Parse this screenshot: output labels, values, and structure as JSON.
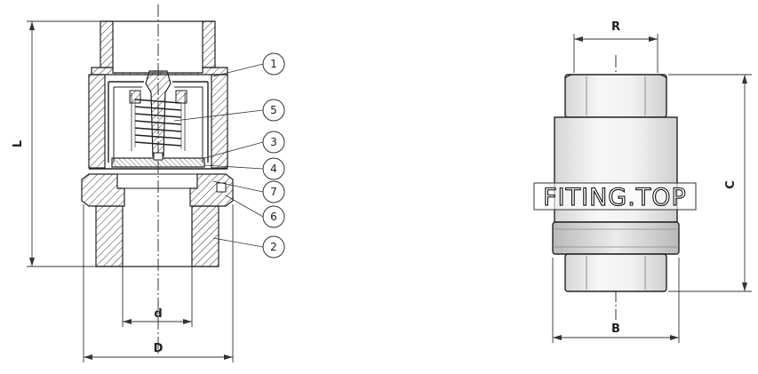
{
  "drawing": {
    "left_view": {
      "dimension_labels": {
        "length": "L",
        "inner_diameter": "d",
        "outer_diameter": "D"
      },
      "callouts": [
        "1",
        "5",
        "3",
        "4",
        "7",
        "6",
        "2"
      ]
    },
    "right_view": {
      "dimension_labels": {
        "thread": "R",
        "width": "B",
        "height": "C"
      }
    },
    "watermark": "FITING.TOP"
  }
}
